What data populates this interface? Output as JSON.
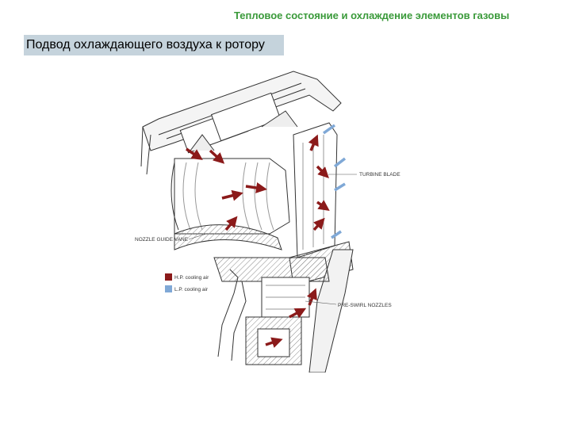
{
  "header": {
    "title": "Тепловое состояние и охлаждение элементов газовы"
  },
  "caption": {
    "text": "Подвод охлаждающего воздуха к ротору"
  },
  "diagram": {
    "labels": {
      "turbine_blade": "TURBINE BLADE",
      "nozzle_guide_vane": "NOZZLE GUIDE VANE",
      "pre_swirl_nozzles": "PRE-SWIRL NOZZLES"
    },
    "legend": {
      "hp": {
        "label": "H.P. cooling air",
        "color": "#8b1a1a"
      },
      "lp": {
        "label": "L.P. cooling air",
        "color": "#7fa8d6"
      }
    },
    "colors": {
      "line": "#333333",
      "hatch": "#777777"
    }
  }
}
